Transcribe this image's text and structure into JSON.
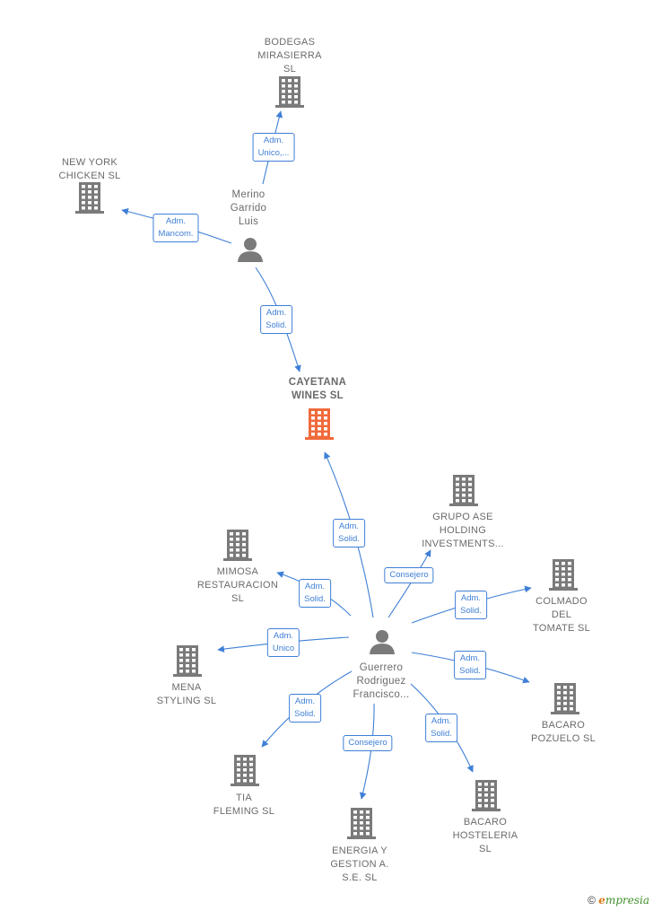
{
  "colors": {
    "edge": "#3f7fd6",
    "company": "#7a7a7a",
    "main_company": "#f06a3c",
    "person": "#7a7a7a",
    "label_text": "#6b6b6b"
  },
  "nodes": [
    {
      "id": "bodegas",
      "type": "company",
      "label": "BODEGAS\nMIRASIERRA\nSL"
    },
    {
      "id": "newyork",
      "type": "company",
      "label": "NEW YORK\nCHICKEN  SL"
    },
    {
      "id": "merino",
      "type": "person",
      "label": "Merino\nGarrido\nLuis"
    },
    {
      "id": "cayetana",
      "type": "main_company",
      "label": "CAYETANA\nWINES  SL"
    },
    {
      "id": "grupo",
      "type": "company",
      "label": "GRUPO ASE\nHOLDING\nINVESTMENTS..."
    },
    {
      "id": "mimosa",
      "type": "company",
      "label": "MIMOSA\nRESTAURACION\nSL"
    },
    {
      "id": "colmado",
      "type": "company",
      "label": "COLMADO\nDEL\nTOMATE  SL"
    },
    {
      "id": "guerrero",
      "type": "person",
      "label": "Guerrero\nRodriguez\nFrancisco..."
    },
    {
      "id": "mena",
      "type": "company",
      "label": "MENA\nSTYLING  SL"
    },
    {
      "id": "pozuelo",
      "type": "company",
      "label": "BACARO\nPOZUELO  SL"
    },
    {
      "id": "tia",
      "type": "company",
      "label": "TIA\nFLEMING  SL"
    },
    {
      "id": "hosteleria",
      "type": "company",
      "label": "BACARO\nHOSTELERIA\nSL"
    },
    {
      "id": "energia",
      "type": "company",
      "label": "ENERGIA Y\nGESTION A.\nS.E.  SL"
    }
  ],
  "edges": [
    {
      "from": "merino",
      "to": "bodegas",
      "label": "Adm.\nUnico,..."
    },
    {
      "from": "merino",
      "to": "newyork",
      "label": "Adm.\nMancom."
    },
    {
      "from": "merino",
      "to": "cayetana",
      "label": "Adm.\nSolid."
    },
    {
      "from": "guerrero",
      "to": "cayetana",
      "label": "Adm.\nSolid."
    },
    {
      "from": "guerrero",
      "to": "grupo",
      "label": "Consejero"
    },
    {
      "from": "guerrero",
      "to": "mimosa",
      "label": "Adm.\nSolid."
    },
    {
      "from": "guerrero",
      "to": "colmado",
      "label": "Adm.\nSolid."
    },
    {
      "from": "guerrero",
      "to": "mena",
      "label": "Adm.\nUnico"
    },
    {
      "from": "guerrero",
      "to": "pozuelo",
      "label": "Adm.\nSolid."
    },
    {
      "from": "guerrero",
      "to": "tia",
      "label": "Adm.\nSolid."
    },
    {
      "from": "guerrero",
      "to": "hosteleria",
      "label": "Adm.\nSolid."
    },
    {
      "from": "guerrero",
      "to": "energia",
      "label": "Consejero"
    }
  ],
  "footer": {
    "copyright": "©",
    "brand_initial": "e",
    "brand_rest": "mpresia"
  }
}
